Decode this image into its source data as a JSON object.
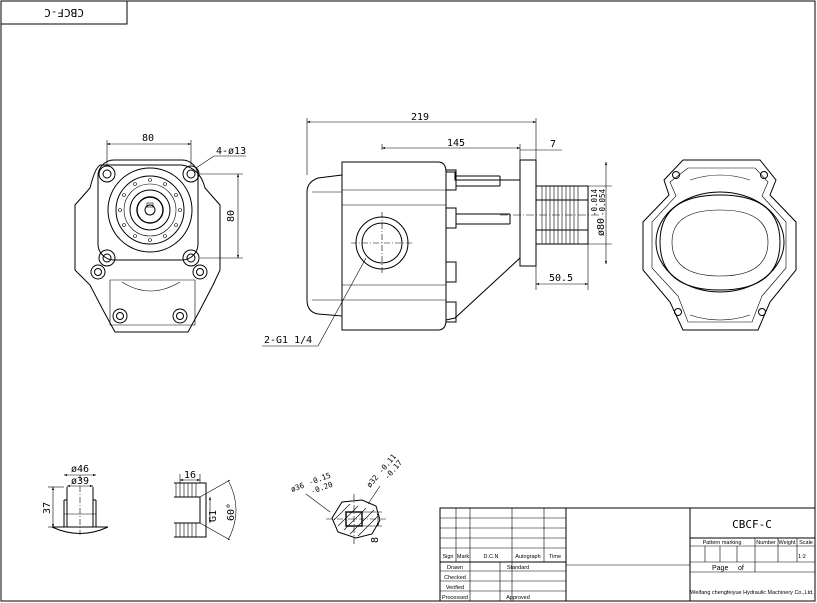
{
  "drawing": {
    "corner_tag": "CBCF-C",
    "callouts": {
      "bolt_holes": "4-ø13",
      "ports": "2-G1 1/4"
    },
    "dimensions": {
      "flange_width": "80",
      "flange_height": "80",
      "overall_length": "219",
      "body_to_flange": "145",
      "flange_thickness": "7",
      "shaft_length": "50.5",
      "pilot_diameter": "ø80",
      "pilot_tol_upper": "-0.014",
      "pilot_tol_lower": "-0.054",
      "port_outer": "ø46",
      "port_inner": "ø39",
      "port_depth": "37",
      "thread_length": "16",
      "thread_name": "G1",
      "thread_angle": "60°",
      "spline_outer": "ø36",
      "spline_outer_upper": "-0.15",
      "spline_outer_lower": "-0.20",
      "spline_mid": "ø32",
      "spline_mid_upper": "-0.11",
      "spline_mid_lower": "-0.17",
      "key_width": "8"
    }
  },
  "title_block": {
    "model": "CBCF-C",
    "header_labels": [
      "Sign",
      "Mark",
      "D.C.N",
      "Autograph",
      "Time"
    ],
    "role_labels": [
      "Drawn",
      "Checked",
      "Verified",
      "Processed"
    ],
    "standard_label": "Standard",
    "approved_label": "Approved",
    "pattern_marking": "Pattern marking",
    "number": "Number",
    "weight": "Weight",
    "scale": "Scale",
    "scale_value": "1:2",
    "page_label": "Page",
    "of_label": "of",
    "company": "Weifang chengfeiyue Hydraulic Machinery Co.,Ltd."
  }
}
